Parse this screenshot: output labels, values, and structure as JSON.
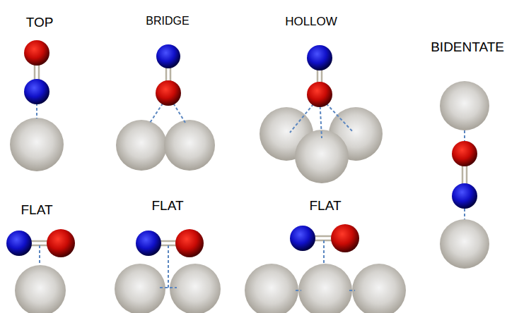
{
  "diagram": {
    "labels": [
      "TOP",
      "BRIDGE",
      "HOLLOW",
      "BIDENTATE",
      "FLAT",
      "FLAT",
      "FLAT"
    ]
  }
}
